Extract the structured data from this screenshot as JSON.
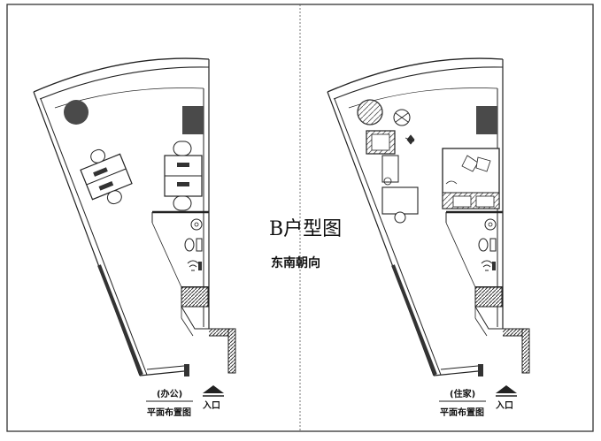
{
  "center": {
    "title": "B户型图",
    "subtitle": "东南朝向"
  },
  "left_plan": {
    "mode": "(办公)",
    "caption": "平面布置图",
    "entrance": "入口"
  },
  "right_plan": {
    "mode": "(住家)",
    "caption": "平面布置图",
    "entrance": "入口"
  },
  "colors": {
    "line": "#222222",
    "wall": "#555555",
    "fill": "#4a4a4a"
  }
}
